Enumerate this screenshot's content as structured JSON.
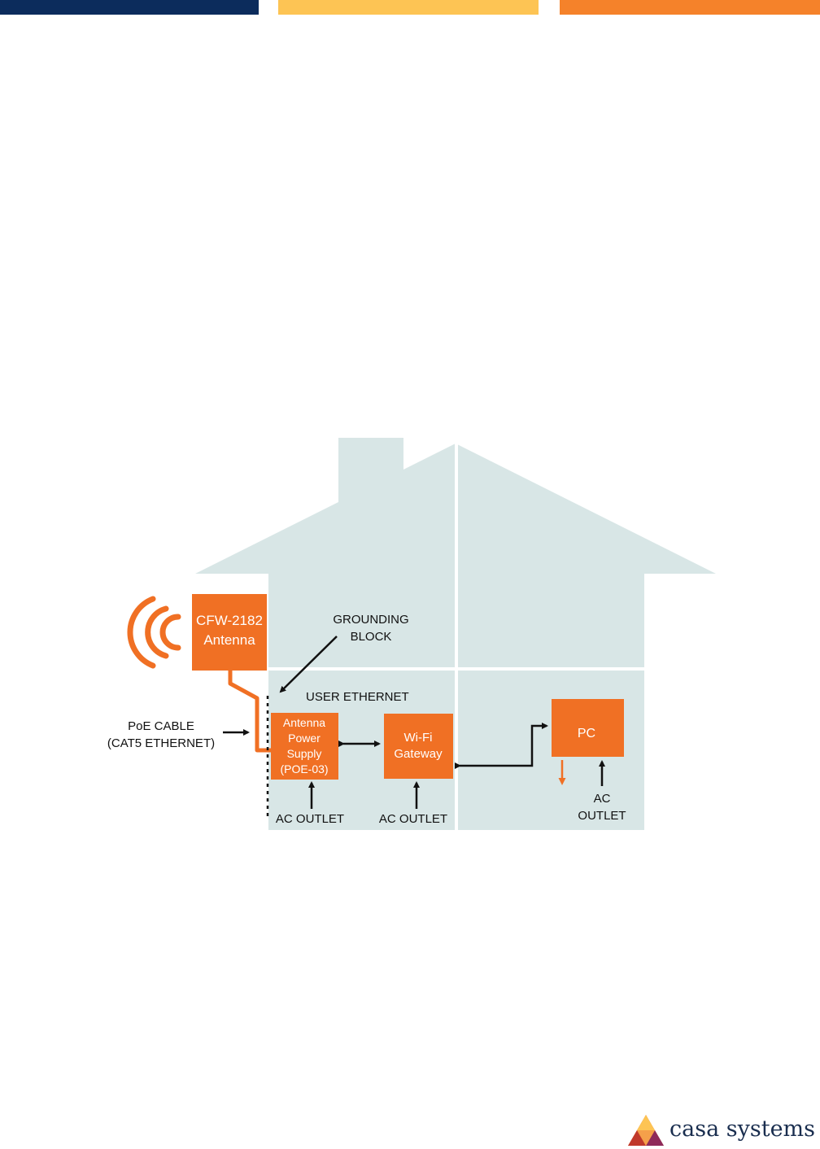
{
  "colors": {
    "bar_navy": "#0c2c5c",
    "bar_yellow": "#fdc454",
    "bar_orange": "#f5822a",
    "house": "#d8e6e6",
    "device": "#f07024",
    "text": "#111111"
  },
  "diagram": {
    "antenna_box": [
      "CFW-2182",
      "Antenna"
    ],
    "grounding_label": [
      "GROUNDING",
      "BLOCK"
    ],
    "user_ethernet_label": "USER ETHERNET",
    "poe_cable_label": [
      "PoE CABLE",
      "(CAT5 ETHERNET)"
    ],
    "power_supply_box": [
      "Antenna",
      "Power",
      "Supply",
      "(POE-03)"
    ],
    "gateway_box": [
      "Wi-Fi",
      "Gateway"
    ],
    "pc_box": "PC",
    "ac_outlet_1": "AC OUTLET",
    "ac_outlet_2": "AC OUTLET",
    "ac_outlet_pc": [
      "AC",
      "OUTLET"
    ]
  },
  "logo": {
    "text": "casa systems",
    "icon": "casa-triangle-logo-icon"
  }
}
